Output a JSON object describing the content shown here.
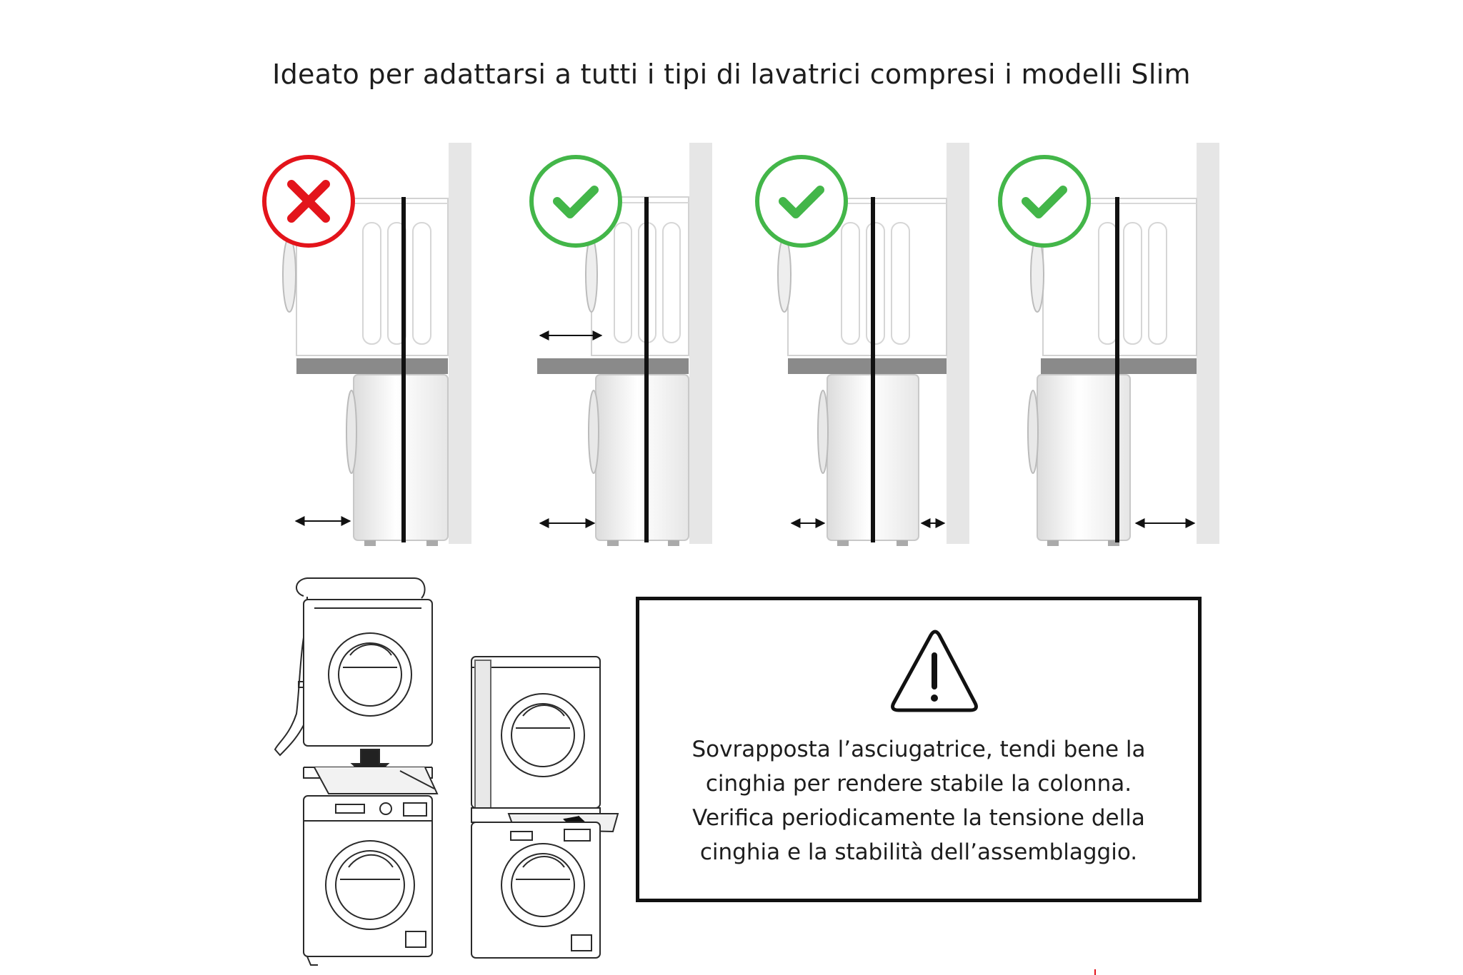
{
  "title": "Ideato per adattarsi a tutti i tipi di lavatrici compresi i modelli Slim",
  "panels": [
    {
      "status": "incorrect",
      "icon": "cross-icon"
    },
    {
      "status": "correct",
      "icon": "check-icon"
    },
    {
      "status": "correct",
      "icon": "check-icon"
    },
    {
      "status": "correct",
      "icon": "check-icon"
    }
  ],
  "colors": {
    "incorrect": "#e3141b",
    "correct": "#43b649",
    "wall": "#e6e6e6",
    "shelf": "#8a8a8a",
    "strap": "#111111"
  },
  "warning": {
    "icon": "warning-triangle-icon",
    "lines": [
      "Sovrapposta l’asciugatrice, tendi bene la",
      "cinghia per rendere stabile la colonna.",
      "Verifica periodicamente la tensione della",
      "cinghia e la stabilità dell’assemblaggio."
    ]
  }
}
